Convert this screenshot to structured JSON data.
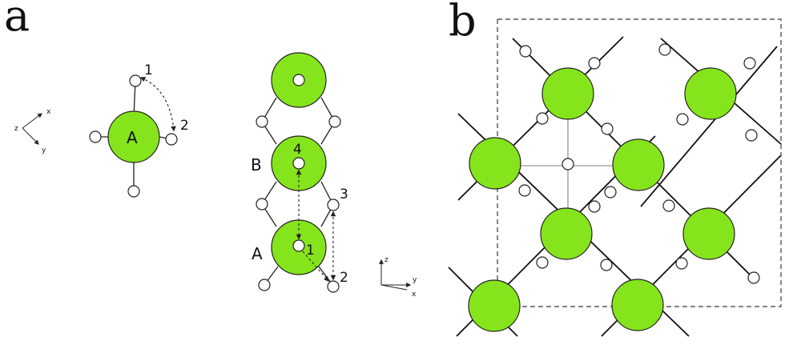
{
  "panels": {
    "a": "a",
    "b": "b"
  },
  "panel_a": {
    "single_atom_label": "A",
    "single_sites": {
      "s1": "1",
      "s2": "2"
    },
    "axes_xyz": {
      "x": "x",
      "y": "y",
      "z": "z"
    },
    "chain_labels": {
      "B": "B",
      "A": "A"
    },
    "chain_sites": {
      "s1": "1",
      "s2": "2",
      "s3": "3",
      "s4": "4"
    },
    "axes_zyx": {
      "z": "z",
      "y": "y",
      "x": "x"
    }
  },
  "colors": {
    "large_atom": "#86e41c",
    "small_atom": "#ffffff",
    "outline": "#222222",
    "cell_border": "#556677"
  },
  "icons": {
    "arrow_style": "dashed-double-headed"
  }
}
